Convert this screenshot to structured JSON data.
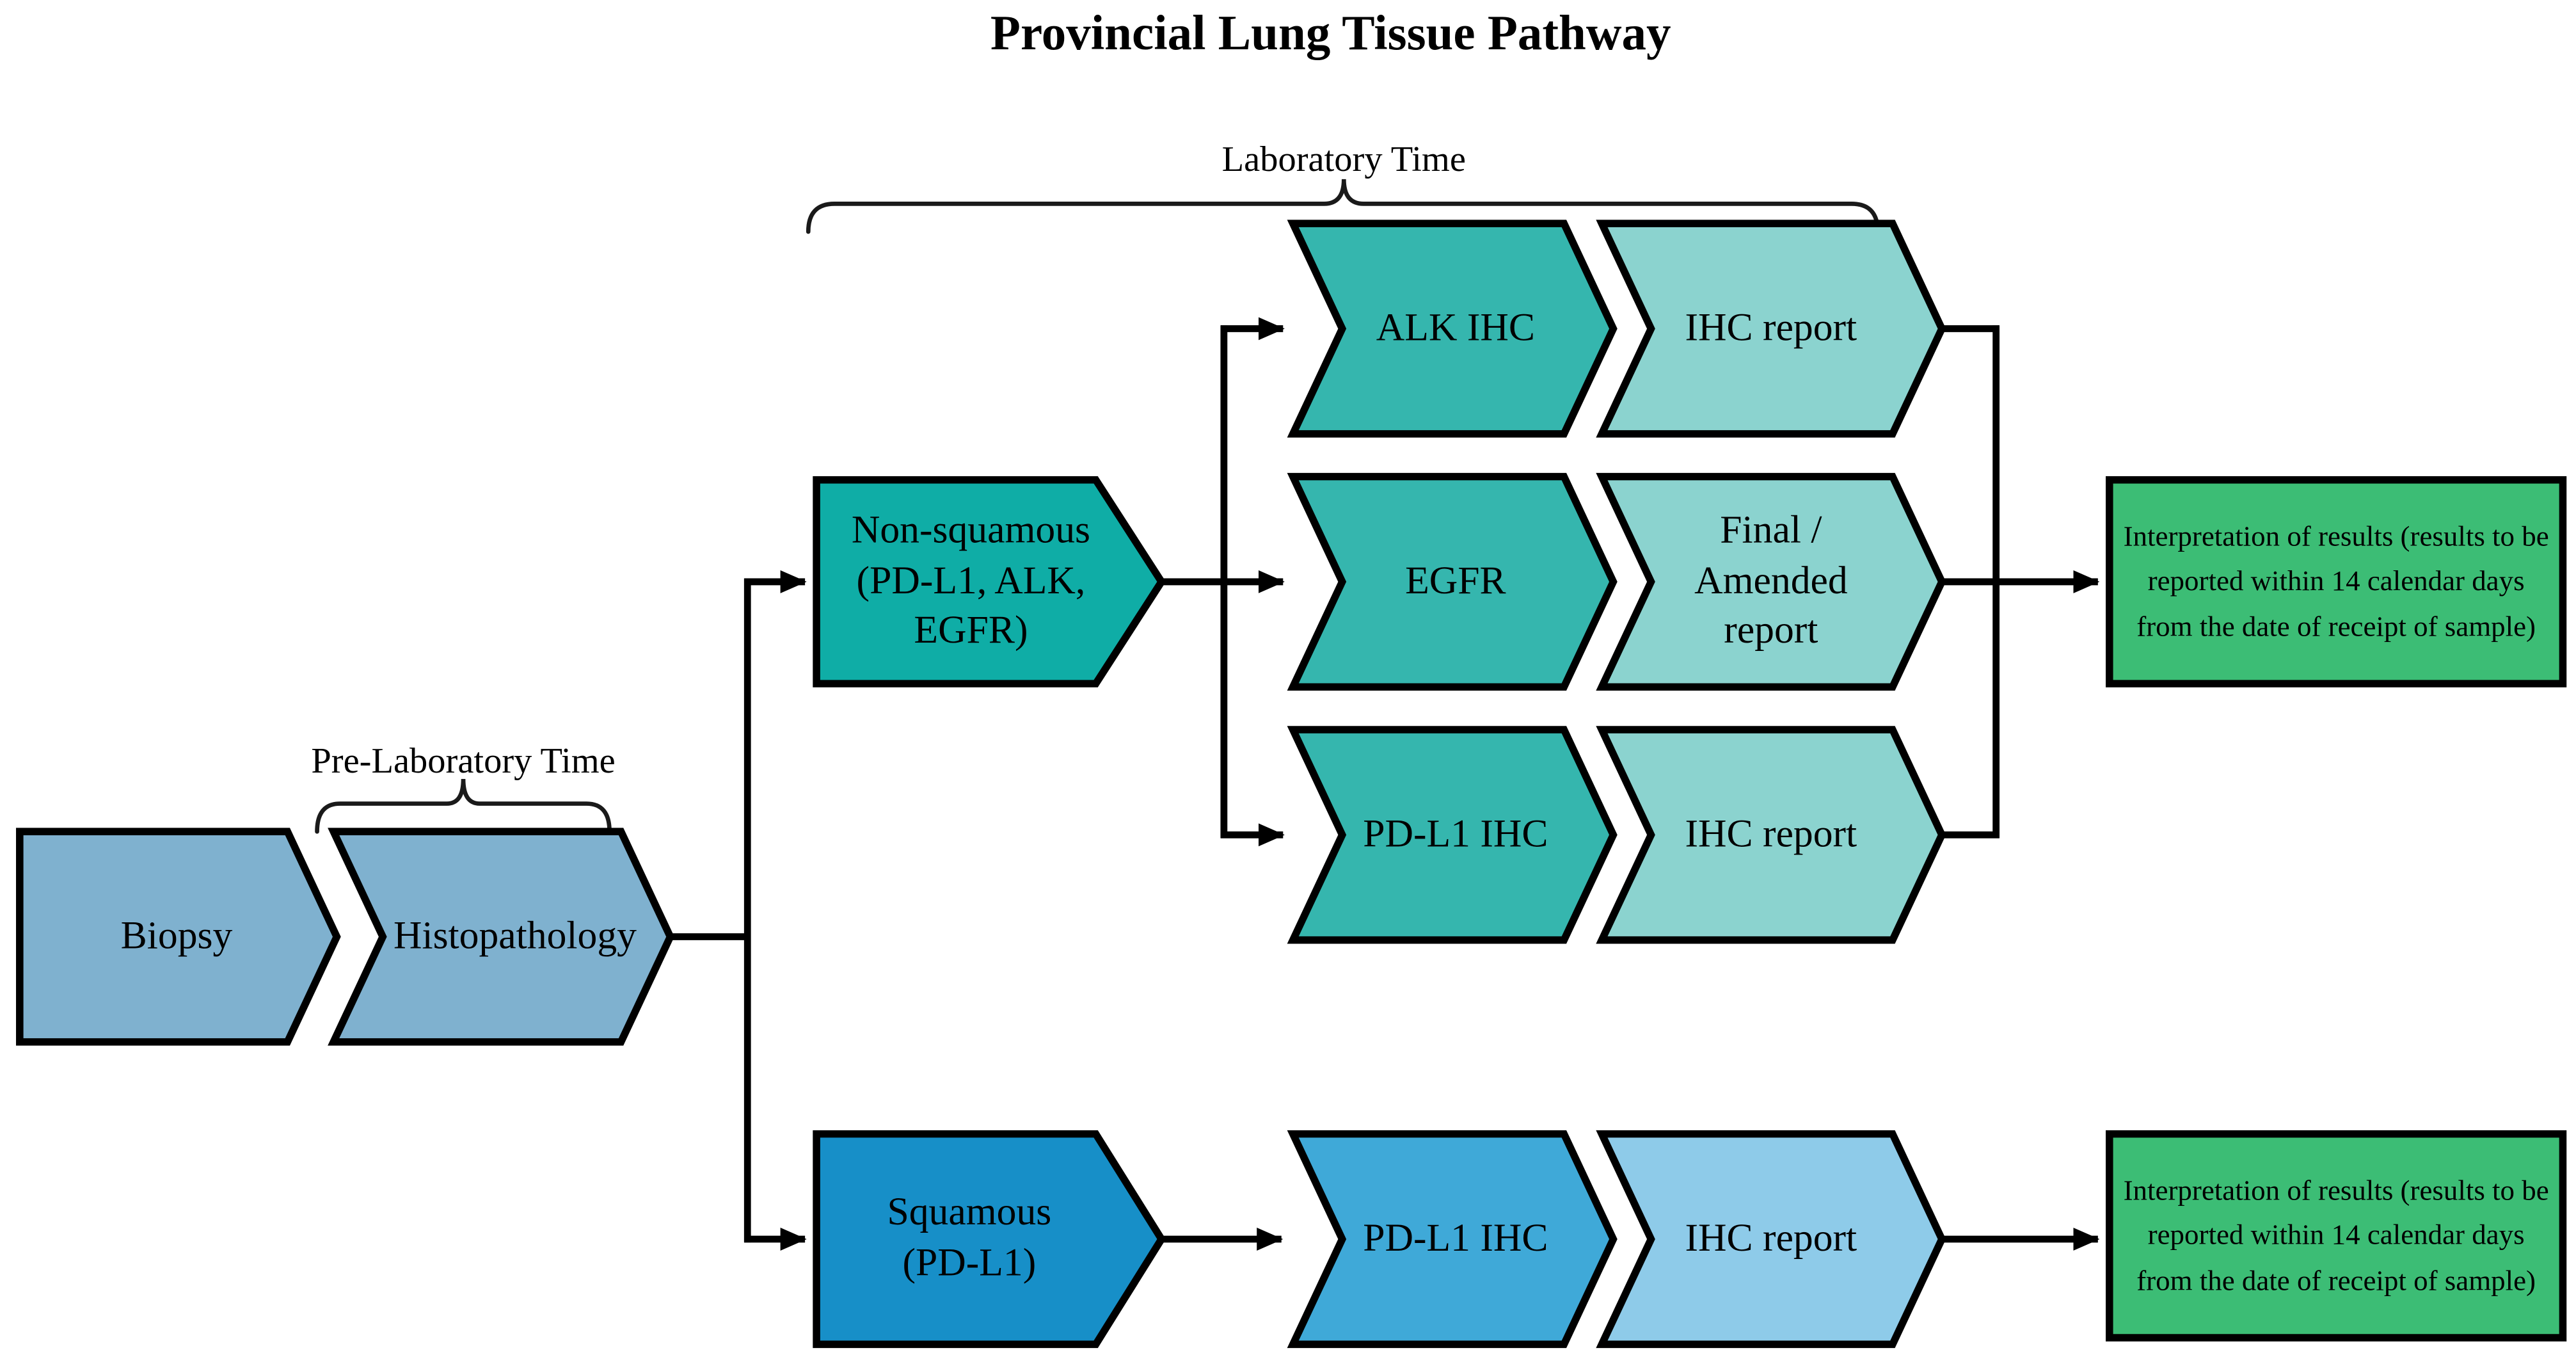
{
  "title": "Provincial Lung Tissue Pathway",
  "annotations": {
    "laboratory_time": "Laboratory Time",
    "pre_laboratory_time": "Pre-Laboratory Time"
  },
  "nodes": {
    "biopsy": "Biopsy",
    "histopathology": "Histopathology",
    "non_squamous": "Non-squamous (PD-L1, ALK, EGFR)",
    "squamous": "Squamous (PD-L1)",
    "alk_ihc": "ALK IHC",
    "ihc_report_alk": "IHC report",
    "egfr": "EGFR",
    "final_amended_report": "Final / Amended report",
    "pdl1_ihc_nonsquamous": "PD-L1 IHC",
    "ihc_report_pdl1": "IHC report",
    "pdl1_ihc_squamous": "PD-L1 IHC",
    "ihc_report_squamous": "IHC report",
    "interpretation_top": "Interpretation of results (results to be reported within 14 calendar days from the date of receipt of sample)",
    "interpretation_bottom": "Interpretation of results (results to be reported within 14 calendar days from the date of receipt of sample)"
  },
  "colors": {
    "pre_lab_fill": "#7fb1cf",
    "non_squamous_fill": "#0fada6",
    "test_teal_fill": "#35b6ae",
    "report_teal_fill": "#8bd3cf",
    "squamous_fill": "#178fc8",
    "test_blue_fill": "#3fa9d8",
    "report_blue_fill": "#8ecbe9",
    "interpretation_green_fill": "#3cbd75",
    "outline": "#000000"
  }
}
